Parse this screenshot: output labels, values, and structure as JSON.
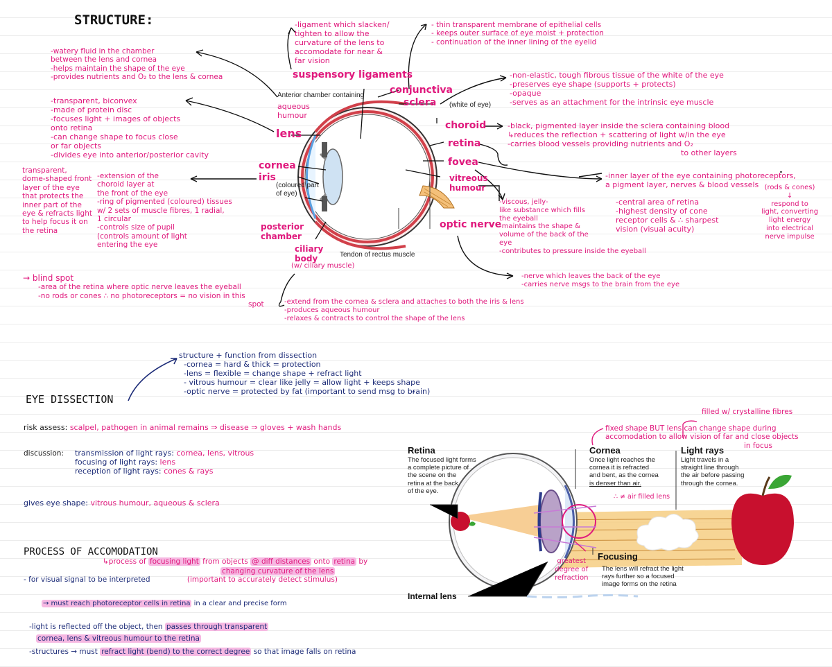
{
  "structure": {
    "title": "STRUCTURE:",
    "anterior": "Anterior chamber containing",
    "aqueous": "aqueous humour",
    "white_of_eye": "(white of eye)",
    "coloured": "(coloured part of eye)",
    "tendon": "Tendon of rectus muscle",
    "labels": {
      "suspensory": "suspensory ligaments",
      "conjunctiva": "conjunctiva",
      "sclera": "sclera",
      "choroid": "choroid",
      "retina": "retina",
      "fovea": "fovea",
      "vitreous": "vitreous humour",
      "optic_nerve": "optic nerve",
      "lens": "lens",
      "cornea": "cornea",
      "iris": "iris",
      "posterior": "posterior chamber",
      "ciliary": "ciliary body",
      "ciliary_sub": "(w/ ciliary muscle)"
    },
    "notes": {
      "aqueous": [
        "-watery fluid in the chamber",
        "between the lens and cornea",
        "-helps maintain the shape of the eye",
        "-provides nutrients and O₂ to the lens & cornea"
      ],
      "lens": [
        "-transparent, biconvex",
        "-made of protein    disc",
        "-focuses light + images of objects",
        "  onto retina",
        "-can change shape to focus close",
        "  or far objects",
        "-divides eye into anterior/posterior cavity"
      ],
      "cornea": [
        "transparent,",
        "dome-shaped front",
        "layer of the eye",
        "that protects the",
        "inner part of the",
        "eye & refracts light",
        "to help focus it on",
        "the retina"
      ],
      "iris": [
        "-extension of the",
        "  choroid layer at",
        "  the front of the eye",
        "-ring of pigmented (coloured) tissues",
        "  w/ 2 sets of muscle fibres, 1 radial,",
        "  1 circular",
        "-controls size of pupil",
        "  (controls amount of light",
        "   entering the eye"
      ],
      "suspensory": [
        "-ligament which slacken/",
        "tighten to allow the",
        "curvature of the lens to",
        "accomodate for near &",
        "far vision"
      ],
      "conjunctiva": [
        "- thin transparent membrane of epithelial cells",
        "- keeps outer surface of eye moist + protection",
        "- continuation of the inner lining of the eyelid"
      ],
      "sclera": [
        "-non-elastic, tough fibrous tissue of the white of the eye",
        "-preserves eye shape (supports + protects)",
        "-opaque",
        "-serves as an attachment for the intrinsic eye muscle"
      ],
      "choroid": [
        "-black, pigmented layer inside the sclera containing blood",
        "  ↳reduces the reflection + scattering of light w/in the eye",
        "-carries blood vessels providing nutrients and O₂",
        "  to other layers"
      ],
      "retina": [
        "-inner layer of the eye containing photoreceptors,",
        "a pigment layer, nerves & blood vessels"
      ],
      "rods": [
        "(rods & cones)",
        "↓",
        "respond to",
        "light, converting",
        "light energy",
        "into electrical",
        "nerve impulse"
      ],
      "fovea": [
        "-central area of retina",
        "-highest density of cone",
        " receptor cells & ∴ sharpest",
        " vision (visual acuity)"
      ],
      "vitreous": [
        "-viscous, jelly-",
        "like substance which fills",
        "the eyeball",
        "-maintains the shape &",
        "volume of the back of the",
        "eye",
        "-contributes to pressure inside the eyeball"
      ],
      "optic": [
        "-nerve which leaves the back of the eye",
        "-carries nerve msgs to the brain from the eye"
      ],
      "blind": [
        "→ blind spot",
        "-area of the retina where optic nerve leaves the eyeball",
        "-no rods or cones ∴ no photoreceptors = no vision in this",
        "spot"
      ],
      "ciliary": [
        "-extend from the cornea & sclera and attaches to both the iris & lens",
        "-produces aqueous humour",
        "-relaxes & contracts to control the shape of the lens"
      ]
    }
  },
  "dissection": {
    "title": "EYE DISSECTION",
    "lead": "structure + function from dissection",
    "items": [
      "-cornea = hard & thick = protection",
      "-lens = flexible = change shape + refract light",
      "- vitrous humour = clear like jelly = allow light + keeps shape",
      "-optic nerve = protected by fat (important to send msg to brain)"
    ],
    "risk_label": "risk assess:",
    "risk_value": "scalpel, pathogen in animal remains ⇒ disease ⇒ gloves + wash hands",
    "disc_label": "discussion:",
    "disc_lines": [
      {
        "k": "transmission of light rays:",
        "v": "cornea, lens, vitrous"
      },
      {
        "k": "focusing of light rays:",
        "v": "lens"
      },
      {
        "k": "reception of light rays:",
        "v": "cones & rays"
      }
    ],
    "shape_label": "gives eye shape:",
    "shape_value": "vitrous humour, aqueous & sclera"
  },
  "accommodation": {
    "title": "PROCESS OF ACCOMODATION",
    "line1a": "↳process of ",
    "line1b": "focusing light",
    "line1c": " from objects ",
    "line1d": "@ diff distances",
    "line1e": " onto ",
    "line1f": "retina",
    "line1g": " by",
    "line2": "changing curvature of the lens",
    "line3a": "- for visual signal to be interpreted",
    "line3b": "(important to accurately detect stimulus)",
    "line4a": "→ must reach photoreceptor cells in retina",
    "line4b": " in a clear and precise form",
    "line5a": "-light is reflected off the object, then ",
    "line5b": "passes through transparent",
    "line6": "cornea, lens & vitreous humour to the retina",
    "line7a": "-structures → must ",
    "line7b": "refract light (bend) to the correct degree",
    "line7c": " so that image falls on retina"
  },
  "focus_diagram": {
    "retina_title": "Retina",
    "retina_text": [
      "The focused light forms",
      "a complete picture of",
      "the scene on the",
      "retina at the back",
      "of the eye."
    ],
    "cornea_title": "Cornea",
    "cornea_text": [
      "Once light reaches the",
      "cornea it is refracted",
      "and bent, as the cornea",
      "is denser than air."
    ],
    "cornea_note": "∴ ≠ air filled lens",
    "light_title": "Light rays",
    "light_text": [
      "Light travels in a",
      "straight line through",
      "the air before passing",
      "through the cornea."
    ],
    "focusing_title": "Focusing",
    "focusing_text": [
      "The lens will refract the light",
      "rays further so a focused",
      "image forms on the retina"
    ],
    "internal_lens": "Internal lens",
    "greatest": [
      "greatest",
      "degree of",
      "refraction"
    ],
    "fixed": [
      "fixed shape BUT lens can change shape during",
      "accomodation to allow vision of far and close objects",
      "in focus"
    ],
    "filled": "filled w/ crystalline fibres"
  }
}
